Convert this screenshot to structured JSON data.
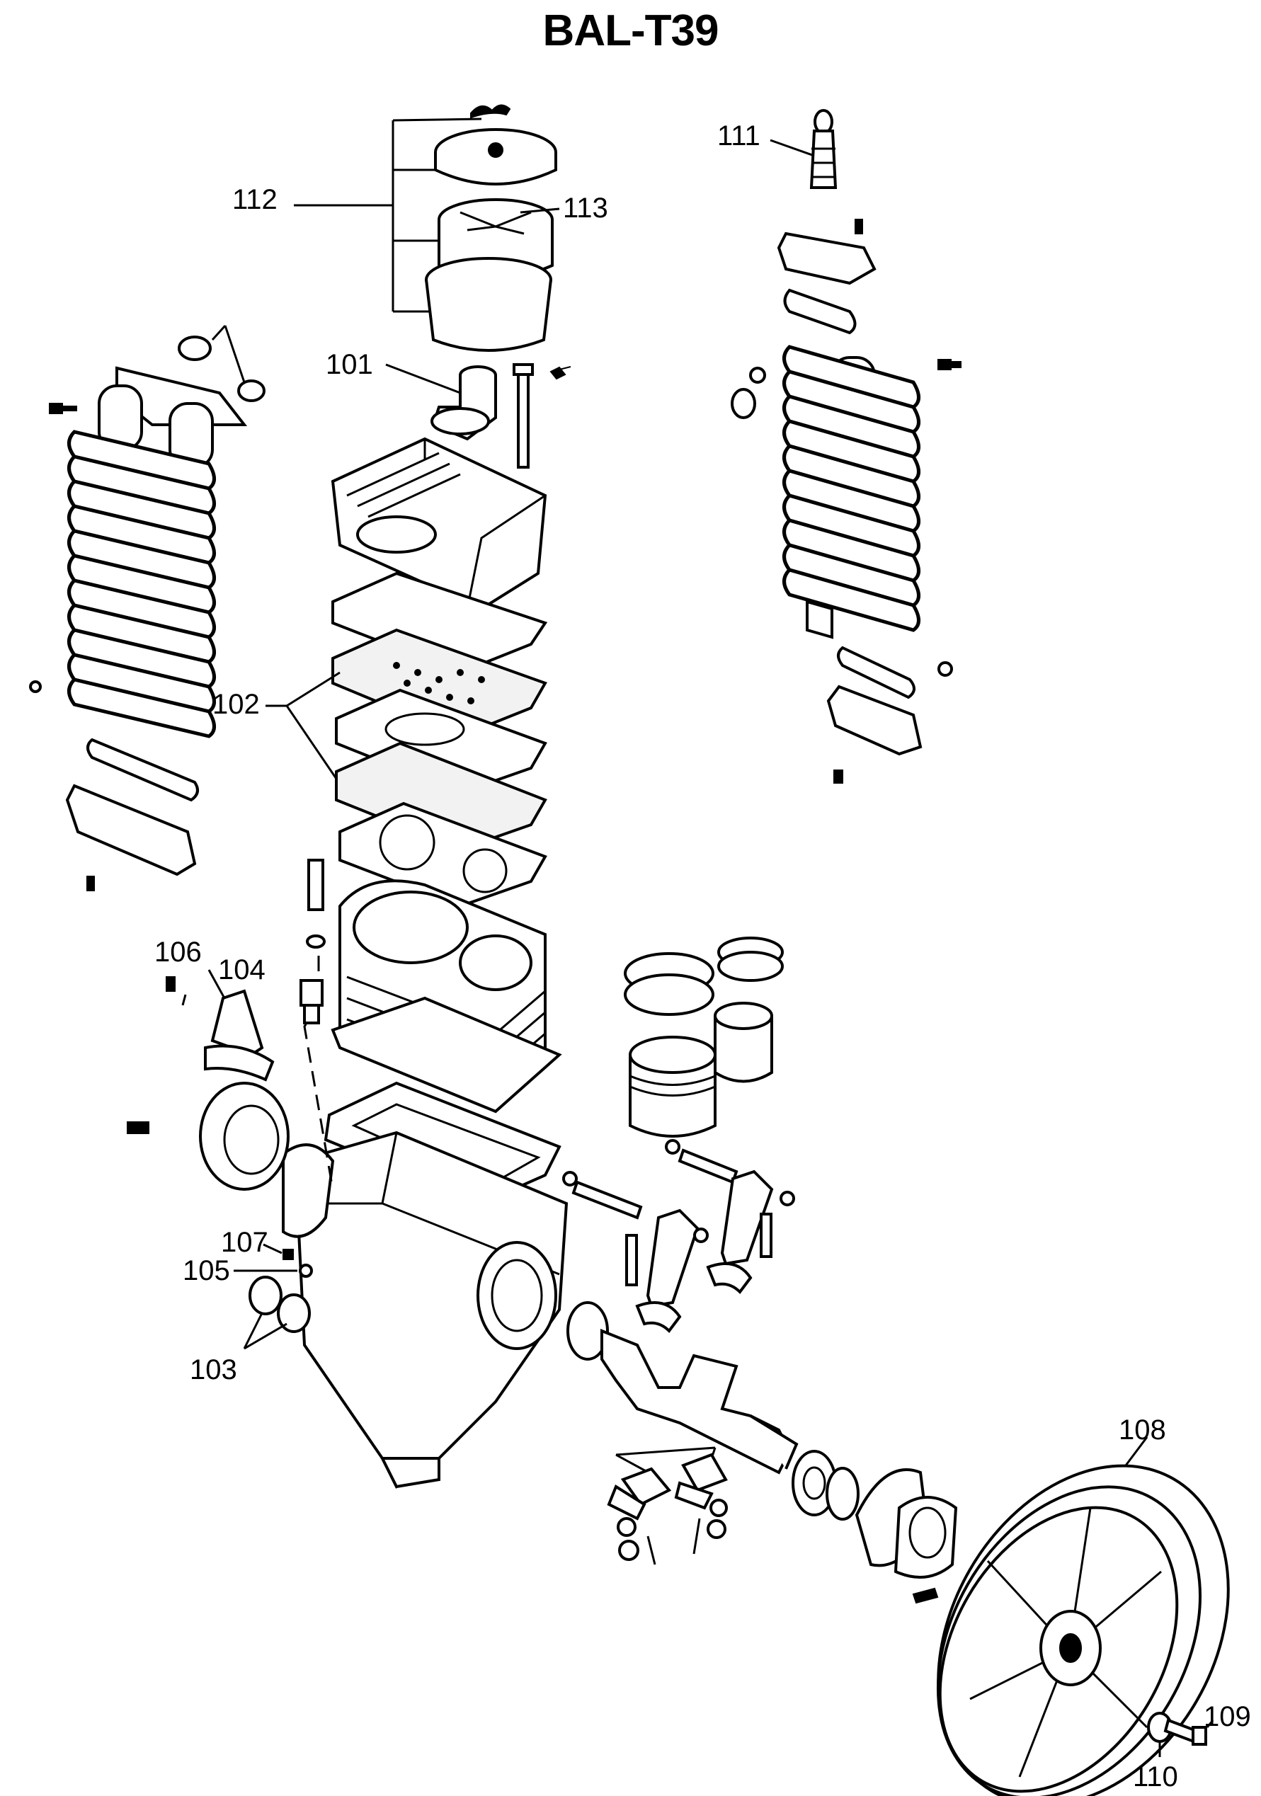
{
  "title": "BAL-T39",
  "callouts": {
    "c101": "101",
    "c102": "102",
    "c103": "103",
    "c104": "104",
    "c105": "105",
    "c106": "106",
    "c107": "107",
    "c108": "108",
    "c109": "109",
    "c110": "110",
    "c111": "111",
    "c112": "112",
    "c113": "113"
  }
}
